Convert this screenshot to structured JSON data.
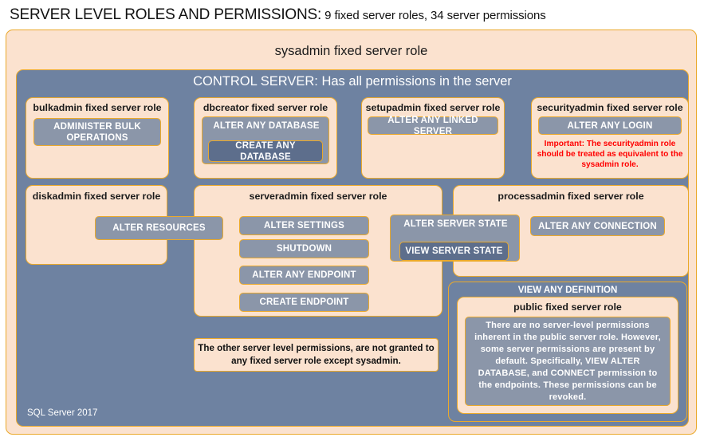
{
  "title": {
    "main": "SERVER LEVEL ROLES AND PERMISSIONS:",
    "sub": " 9 fixed server roles, 34 server permissions"
  },
  "outer": {
    "sysadmin_label": "sysadmin  fixed  server  role",
    "control_server_label": "CONTROL SERVER: Has all permissions in the server",
    "version_label": "SQL Server 2017"
  },
  "roles": {
    "bulkadmin": {
      "label": "bulkadmin  fixed server role",
      "permissions": [
        "ADMINISTER  BULK OPERATIONS"
      ]
    },
    "dbcreator": {
      "label": "dbcreator fixed server role",
      "permissions": [
        "ALTER ANY DATABASE",
        "CREATE  ANY DATABASE"
      ]
    },
    "setupadmin": {
      "label": "setupadmin fixed server role",
      "permissions": [
        "ALTER ANY LINKED SERVER"
      ]
    },
    "securityadmin": {
      "label": "securityadmin  fixed server role",
      "permissions": [
        "ALTER ANY LOGIN"
      ],
      "warning": "Important:  The securityadmin role should  be treated as equivalent to the  sysadmin role."
    },
    "diskadmin": {
      "label": "diskadmin  fixed server role",
      "permissions": [
        "ALTER RESOURCES"
      ]
    },
    "serveradmin": {
      "label": "serveradmin fixed server role",
      "permissions": [
        "ALTER SETTINGS",
        "SHUTDOWN",
        "ALTER ANY ENDPOINT",
        "CREATE  ENDPOINT"
      ]
    },
    "shared": {
      "alter_server_state": "ALTER SERVER  STATE",
      "view_server_state": "VIEW SERVER  STATE"
    },
    "processadmin": {
      "label": "processadmin fixed server role",
      "permissions": [
        "ALTER ANY CONNECTION"
      ]
    },
    "public": {
      "view_any_definition": "VIEW ANY DEFINITION",
      "label": "public  fixed server role",
      "description": "There are no server-level permissions inherent in the public server role. However, some server permissions are present by default. Specifically, VIEW ALTER DATABASE, and CONNECT permission to the endpoints. These permissions can be revoked."
    }
  },
  "footnote": {
    "text": "The other server level permissions,  are not granted to any fixed server role except sysadmin."
  },
  "colors": {
    "peach_fill": "#fbe2cf",
    "gold_border": "#eaa92b",
    "blue_fill": "#6e82a1",
    "perm_fill": "#8b96a9",
    "perm_dark_fill": "#5d6e8c",
    "warning_text": "#ff0000"
  }
}
